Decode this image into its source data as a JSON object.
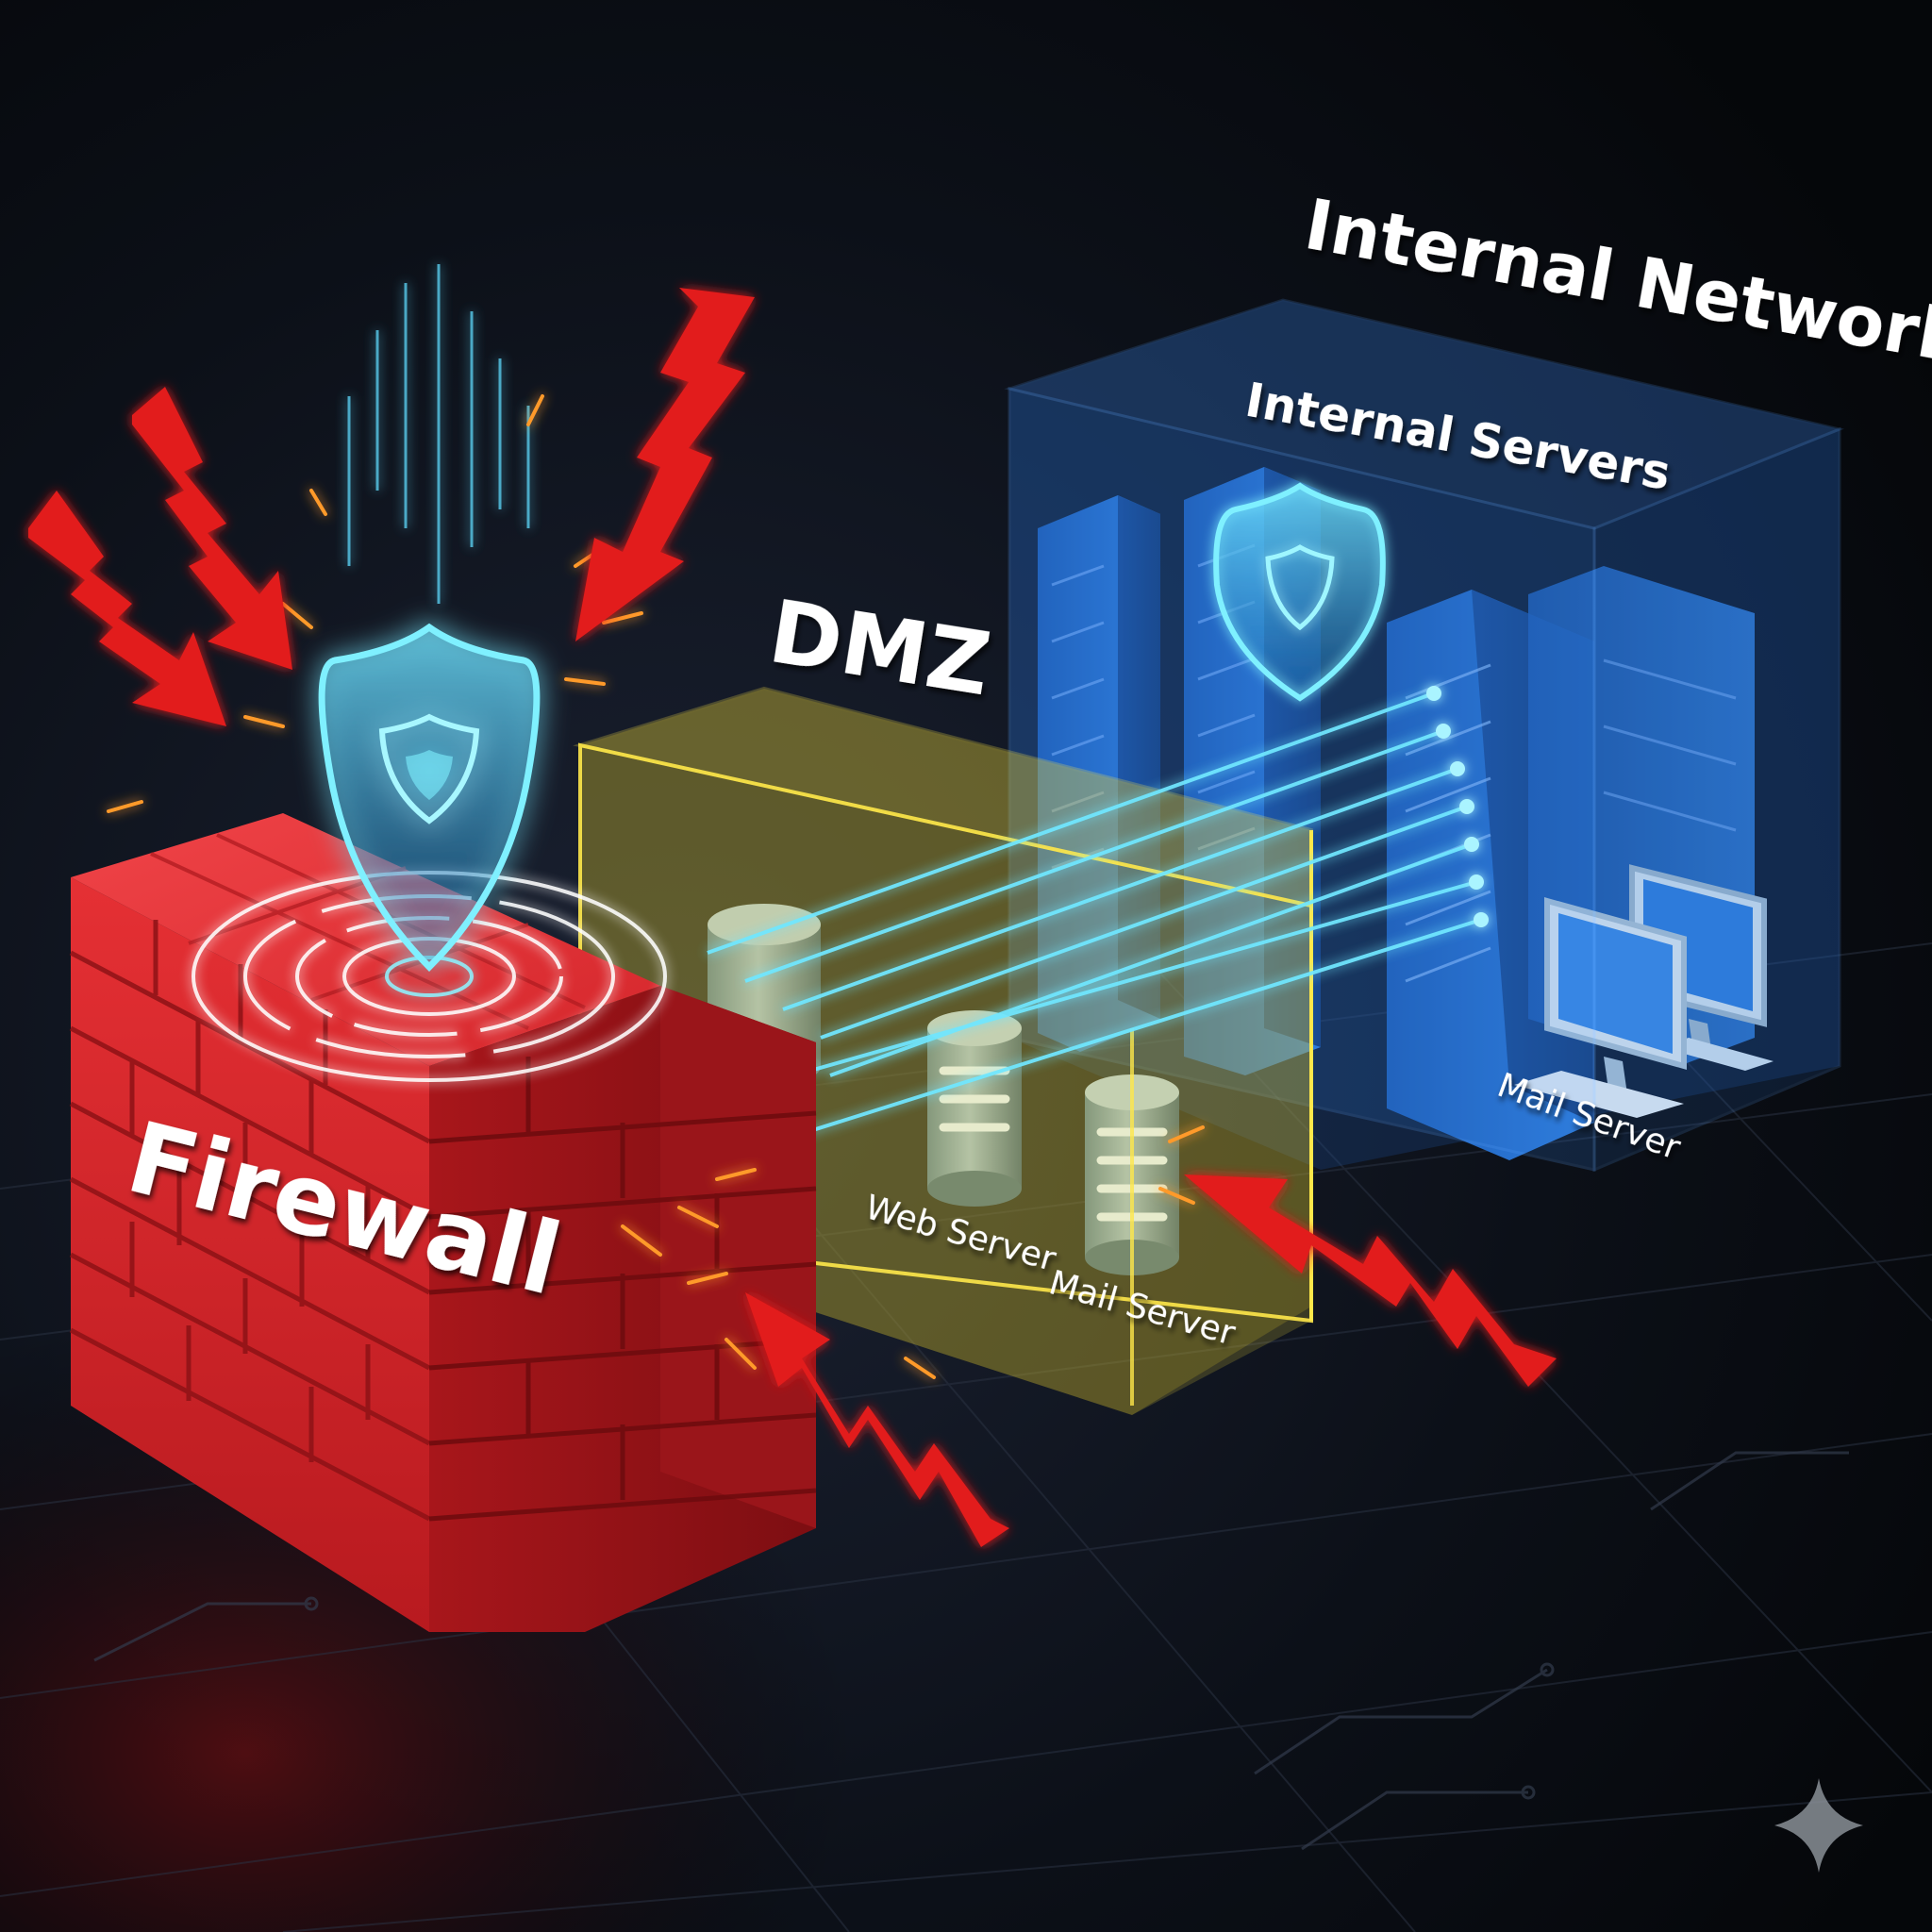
{
  "labels": {
    "internal_network": "Internal Network",
    "internal_servers": "Internal Servers",
    "dmz": "DMZ",
    "firewall": "Firewall",
    "web_server": "Web Server",
    "dmz_mail_server": "Mail Server",
    "internal_mail_server": "Mail Server"
  },
  "icons": {
    "firewall_shield": "shield-icon",
    "internal_shield": "shield-icon",
    "threat": "lightning-arrow-icon",
    "corner_mark": "sparkle-icon"
  },
  "colors": {
    "background": "#07090d",
    "firewall": "#d8282c",
    "dmz": "#e8d23a",
    "internal": "#2f78d6",
    "threat": "#e21b1b",
    "connection": "#6fe7ff",
    "shield": "#4fd6ff",
    "spark": "#ff9a2a"
  }
}
